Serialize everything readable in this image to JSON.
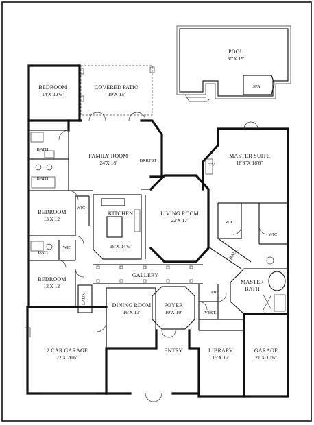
{
  "plan": {
    "rooms": {
      "pool": {
        "name": "POOL",
        "size": "30'X 15'"
      },
      "spa": {
        "name": "SPA"
      },
      "bedroom_1": {
        "name": "BEDROOM",
        "size": "14'X 12'6\""
      },
      "covered_patio": {
        "name": "COVERED PATIO",
        "size": "19'X 15'"
      },
      "family_room": {
        "name": "FAMILY ROOM",
        "size": "24'X 18'"
      },
      "brkfst": {
        "name": "BRKFST"
      },
      "master_suite": {
        "name": "MASTER SUITE",
        "size": "18'6\"X 18'6\""
      },
      "tv": {
        "name": "TV"
      },
      "bedroom_2": {
        "name": "BEDROOM",
        "size": "13'X 12'"
      },
      "kitchen": {
        "name": "KITCHEN",
        "size": "18'X 14'6\""
      },
      "living_room": {
        "name": "LIVING ROOM",
        "size": "22'X 17'"
      },
      "gallery": {
        "name": "GALLERY"
      },
      "hall": {
        "name": "HALL"
      },
      "bedroom_3": {
        "name": "BEDROOM",
        "size": "13'X 12'"
      },
      "dining_room": {
        "name": "DINING ROOM",
        "size": "16'X 13'"
      },
      "foyer": {
        "name": "FOYER",
        "size": "10'X 10'"
      },
      "master_bath": {
        "name": "MASTER",
        "name2": "BATH"
      },
      "garage_2car": {
        "name": "2 CAR GARAGE",
        "size": "22'X 20'6\""
      },
      "entry": {
        "name": "ENTRY"
      },
      "library": {
        "name": "LIBRARY",
        "size": "15'X 12'"
      },
      "garage": {
        "name": "GARAGE",
        "size": "21'X 10'6\""
      }
    },
    "small_labels": {
      "bath_1": "BATH",
      "bath_2": "BATH",
      "bath_3": "BATH",
      "wic_1": "WIC",
      "wic_2": "WIC",
      "wic_master_left": "WIC",
      "wic_master_right": "WIC",
      "pr": "PR",
      "vest": "VEST.",
      "laun": "LAUN"
    }
  }
}
